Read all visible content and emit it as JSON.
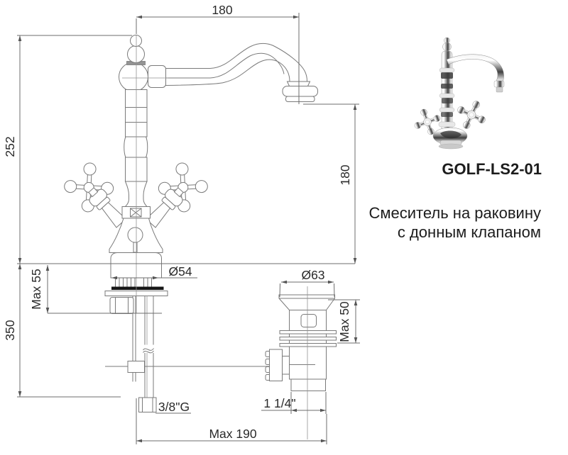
{
  "page": {
    "background": "#ffffff"
  },
  "drawing": {
    "line_color": "#7a7a7a",
    "text_color": "#2a2a2a",
    "dimensions": {
      "spout_reach": "180",
      "total_height": "252",
      "spout_outlet_height": "180",
      "body_base_diameter": "Ø54",
      "deck_thickness_max": "Max 55",
      "supply_hose_length": "350",
      "drain_flange_diameter": "Ø63",
      "drain_clamp_max": "Max 50",
      "supply_connection_thread": "3/8\"G",
      "drain_outlet_thread": "1 1/4\"",
      "pop_up_rod_reach_max": "Max 190"
    }
  },
  "product": {
    "model": "GOLF-LS2-01",
    "description_line1": "Смеситель на раковину",
    "description_line2": "с донным клапаном"
  }
}
